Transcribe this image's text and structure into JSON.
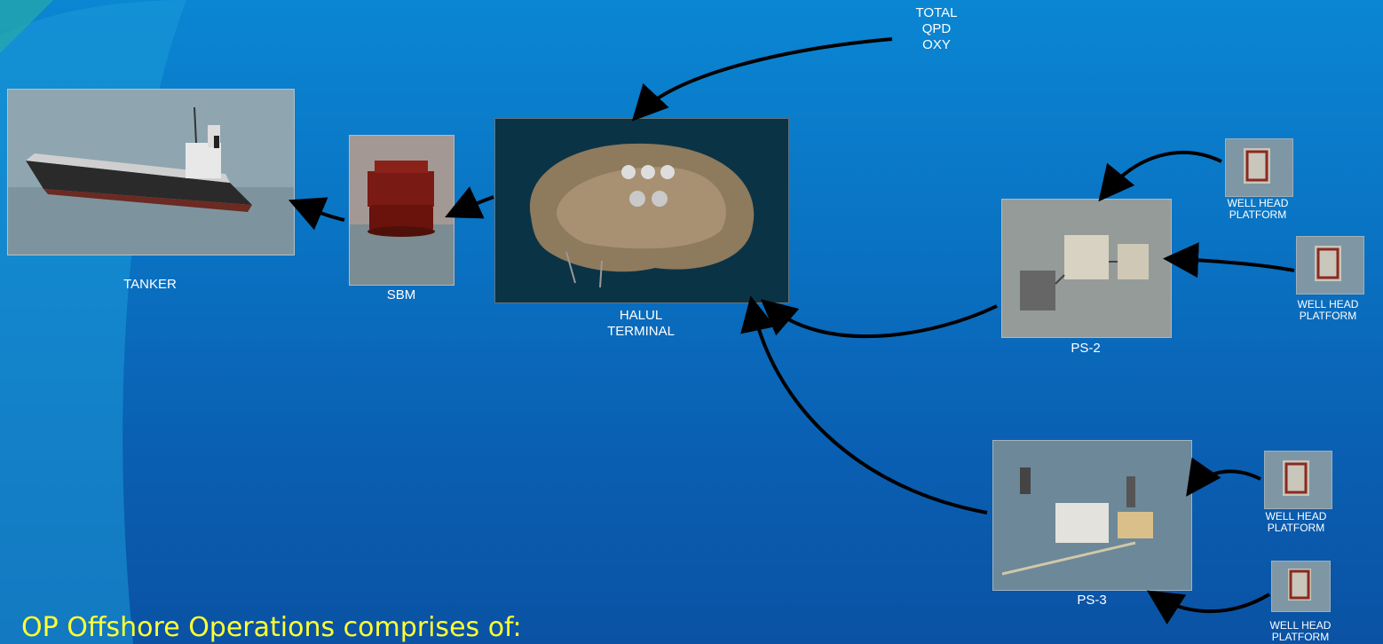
{
  "slide": {
    "caption": "OP Offshore Operations comprises of:"
  },
  "nodes": {
    "sources": "TOTAL\nQPD\nOXY",
    "tanker": "TANKER",
    "sbm": "SBM",
    "halul": "HALUL\nTERMINAL",
    "ps2": "PS-2",
    "ps3": "PS-3",
    "whp1": "WELL HEAD\nPLATFORM",
    "whp2": "WELL HEAD\nPLATFORM",
    "whp3": "WELL HEAD\nPLATFORM",
    "whp4": "WELL HEAD\nPLATFORM"
  },
  "colors": {
    "background_top": "#0a86d2",
    "background_bottom": "#0a52a4",
    "caption": "#ffff33",
    "arrow": "#000000"
  }
}
